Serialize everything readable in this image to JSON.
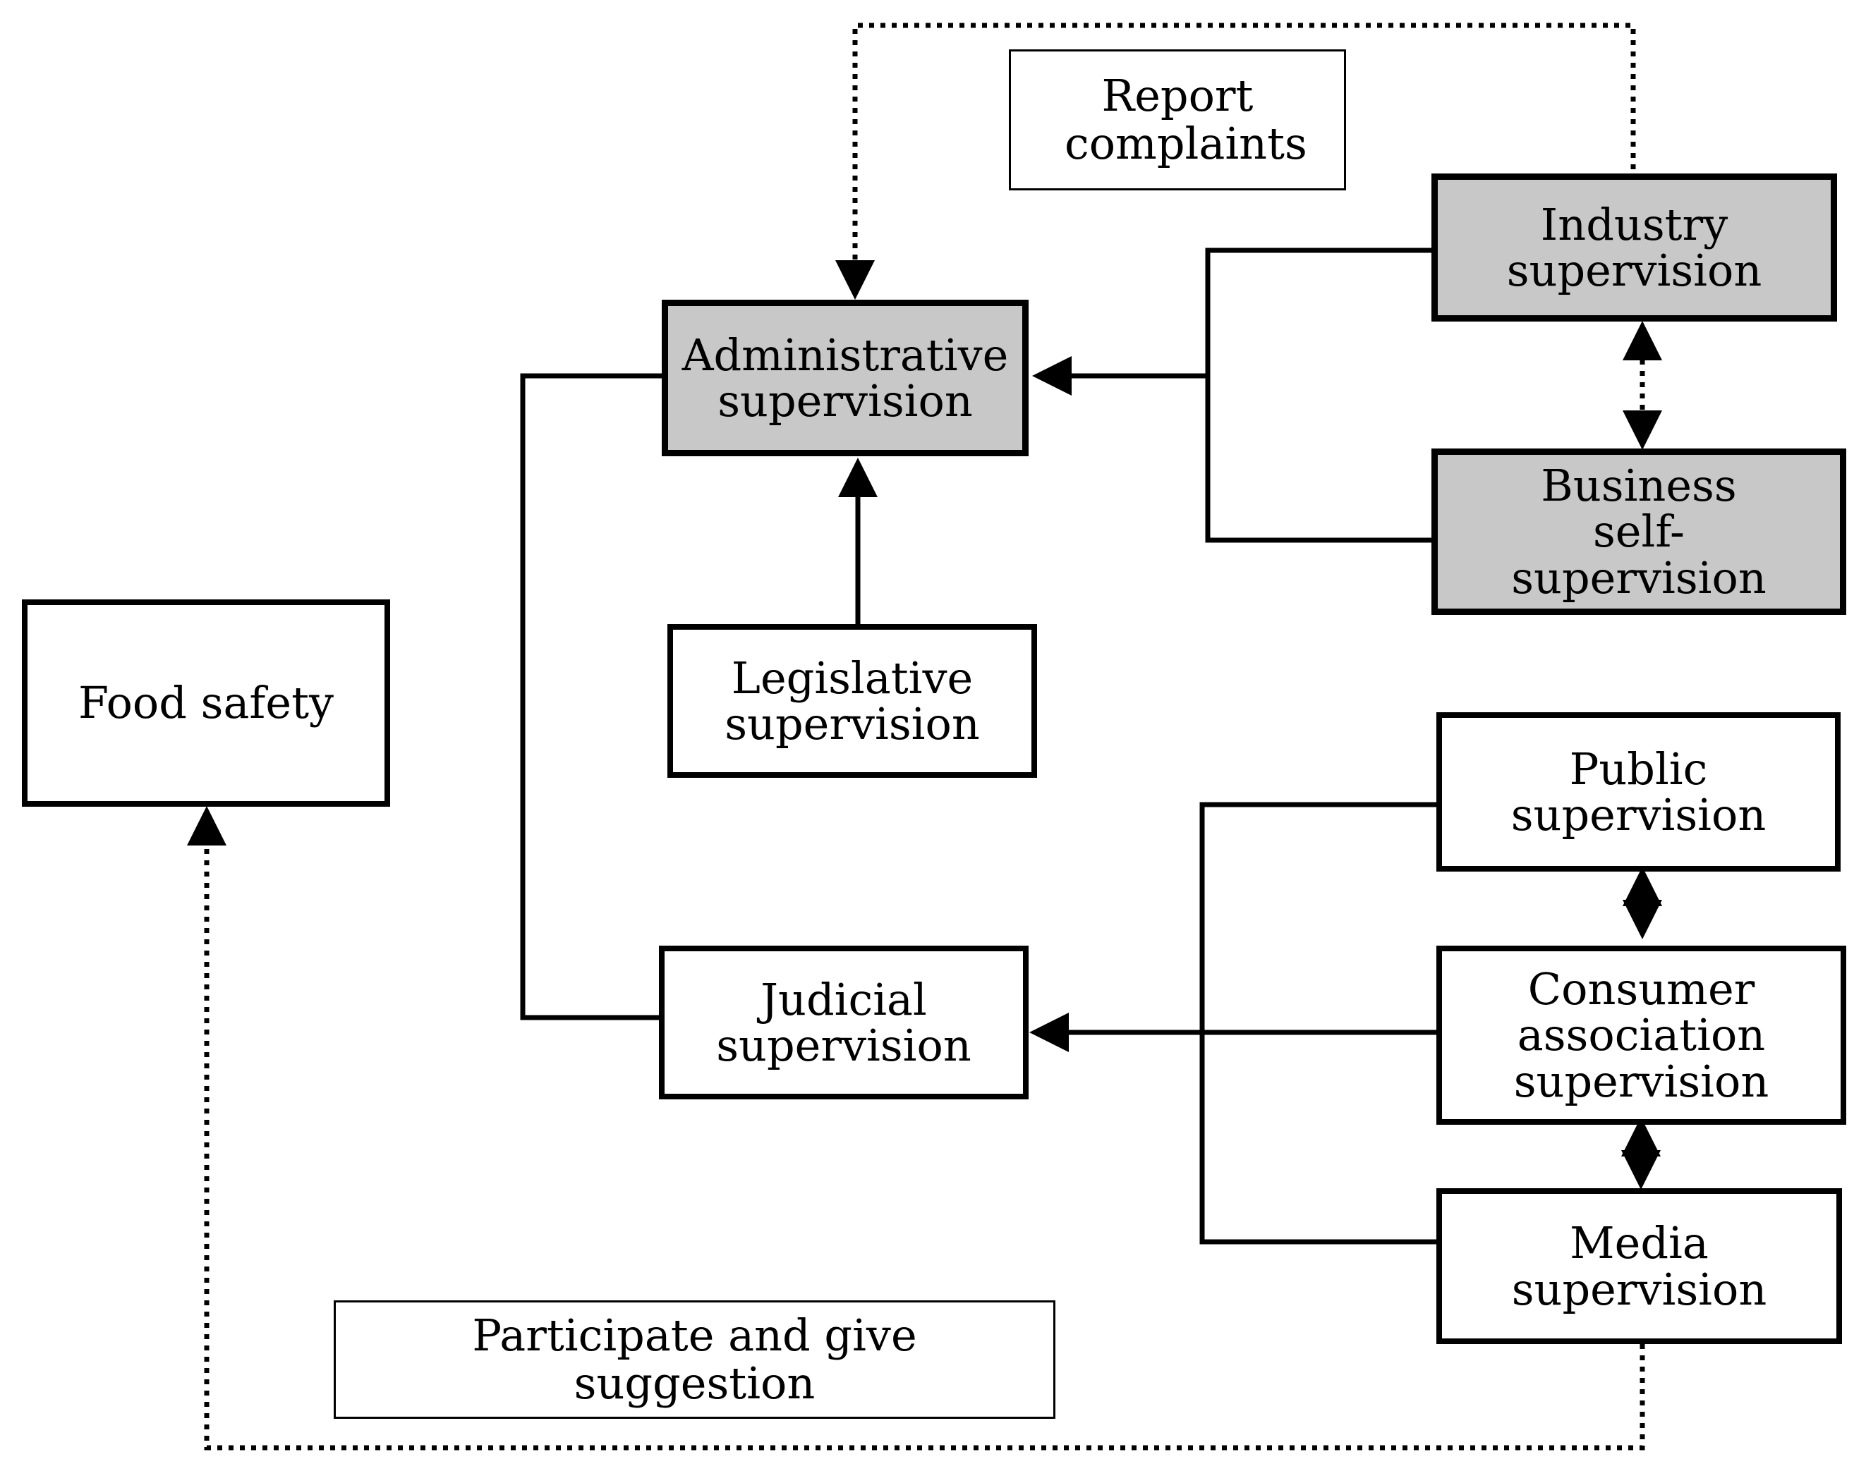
{
  "diagram": {
    "nodes": {
      "administrative": {
        "label": "Administrative supervision",
        "fill": "#c8c8c8"
      },
      "legislative": {
        "label": "Legislative supervision",
        "fill": "#ffffff"
      },
      "judicial": {
        "label": "Judicial supervision",
        "fill": "#ffffff"
      },
      "food_safety": {
        "label": "Food safety",
        "fill": "#ffffff"
      },
      "industry": {
        "label": "Industry supervision",
        "fill": "#c8c8c8"
      },
      "business": {
        "label": "Business self-supervision",
        "fill": "#c8c8c8"
      },
      "public": {
        "label": "Public supervision",
        "fill": "#ffffff"
      },
      "consumer": {
        "label": "Consumer association supervision",
        "fill": "#ffffff"
      },
      "media": {
        "label": "Media supervision",
        "fill": "#ffffff"
      }
    },
    "edge_labels": {
      "report_complaints": "Report complaints",
      "participate": "Participate and give suggestion"
    },
    "edges": [
      {
        "from": "industry",
        "to": "administrative",
        "style": "solid"
      },
      {
        "from": "business",
        "to": "administrative",
        "style": "solid"
      },
      {
        "from": "legislative",
        "to": "administrative",
        "style": "solid"
      },
      {
        "from": "public",
        "to": "judicial",
        "style": "solid"
      },
      {
        "from": "consumer",
        "to": "judicial",
        "style": "solid"
      },
      {
        "from": "media",
        "to": "judicial",
        "style": "solid"
      },
      {
        "from": "administrative",
        "to": "judicial",
        "style": "solid",
        "arrow": "none"
      },
      {
        "from": "industry",
        "to": "administrative",
        "style": "dotted",
        "label": "report_complaints"
      },
      {
        "from": "industry",
        "to": "business",
        "style": "dotted",
        "arrow": "both"
      },
      {
        "from": "public",
        "to": "consumer",
        "style": "dotted",
        "arrow": "both"
      },
      {
        "from": "consumer",
        "to": "media",
        "style": "dotted",
        "arrow": "both"
      },
      {
        "from": "media",
        "to": "food_safety",
        "style": "dotted",
        "label": "participate"
      }
    ]
  }
}
